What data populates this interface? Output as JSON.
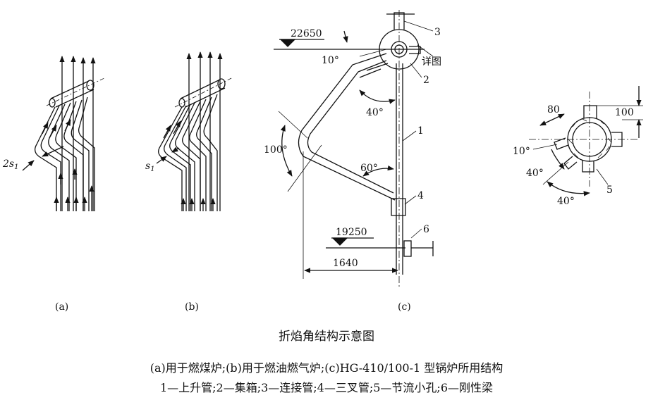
{
  "panels": {
    "a": {
      "label": "(a)",
      "dim": "2s",
      "dim_sub": "1"
    },
    "b": {
      "label": "(b)",
      "dim": "s",
      "dim_sub": "1"
    },
    "c": {
      "label": "(c)",
      "elev_top": "22650",
      "elev_low": "19250",
      "angle_top": "10°",
      "angle_40": "40°",
      "angle_100": "100°",
      "angle_60": "60°",
      "width": "1640",
      "detail": "详图",
      "callouts": [
        "1",
        "2",
        "3",
        "4",
        "6"
      ]
    },
    "detail": {
      "dim_80": "80",
      "dim_100": "100",
      "angle_10": "10°",
      "angle_40a": "40°",
      "angle_40b": "40°",
      "callout_5": "5"
    }
  },
  "caption": {
    "title": "折焰角结构示意图",
    "line1": "(a)用于燃煤炉;(b)用于燃油燃气炉;(c)HG-410/100-1 型锅炉所用结构",
    "line2": "1—上升管;2—集箱;3—连接管;4—三叉管;5—节流小孔;6—刚性梁"
  }
}
